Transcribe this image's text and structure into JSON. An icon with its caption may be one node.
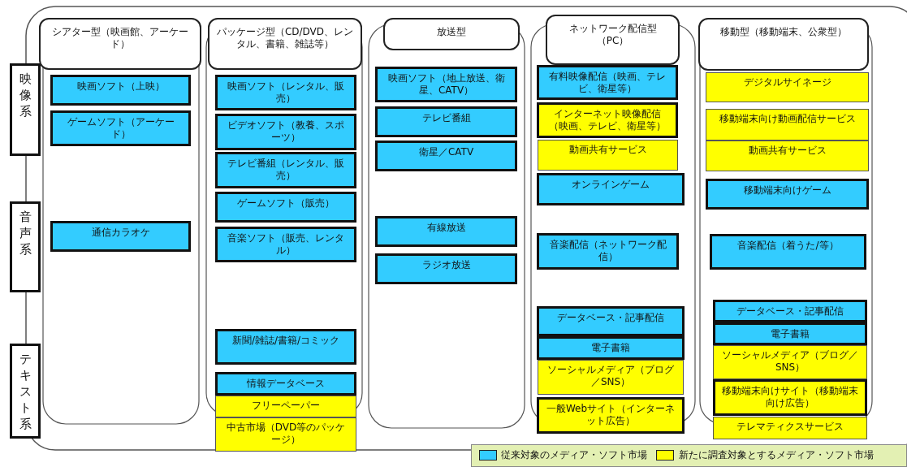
{
  "diagram": {
    "nodes": [
      {
        "text": [
          "映像系"
        ]
      },
      {
        "text": [
          "音声系"
        ]
      },
      {
        "text": [
          "テキスト系"
        ]
      },
      {
        "text": [
          "シアター型（映画館、アーケード）"
        ]
      },
      {
        "text": [
          "映画ソフト（上映）"
        ]
      },
      {
        "text": [
          "ゲームソフト（アーケード）"
        ]
      },
      {
        "text": [
          "通信カラオケ"
        ]
      },
      {
        "text": [
          "パッケージ型（CD/DVD、レンタル、書籍、雑誌等）"
        ]
      },
      {
        "text": [
          "映画ソフト（レンタル、販売）"
        ]
      },
      {
        "text": [
          "ビデオソフト（教養、スポーツ）"
        ]
      },
      {
        "text": [
          "テレビ番組（レンタル、販売）"
        ]
      },
      {
        "text": [
          "ゲームソフト（販売）"
        ]
      },
      {
        "text": [
          "音楽ソフト（販売、レンタル）"
        ]
      },
      {
        "text": [
          "新聞/雑誌/書籍/コミック"
        ]
      },
      {
        "text": [
          "情報データベース"
        ]
      },
      {
        "text": [
          "フリーペーパー"
        ]
      },
      {
        "text": [
          "中古市場（DVD等のパッケージ）"
        ]
      },
      {
        "text": [
          "放送型"
        ]
      },
      {
        "text": [
          "映画ソフト（地上放送、衛星、CATV）"
        ]
      },
      {
        "text": [
          "テレビ番組"
        ]
      },
      {
        "text": [
          "衛星／CATV"
        ]
      },
      {
        "text": [
          "有線放送"
        ]
      },
      {
        "text": [
          "ラジオ放送"
        ]
      },
      {
        "text": [
          "ネットワーク配信型（PC）"
        ]
      },
      {
        "text": [
          "有料映像配信（映画、テレビ、衛星等）"
        ]
      },
      {
        "text": [
          "インターネット映像配信（映画、テレビ、衛星等）"
        ]
      },
      {
        "text": [
          "動画共有サービス"
        ]
      },
      {
        "text": [
          "オンラインゲーム"
        ]
      },
      {
        "text": [
          "音楽配信（ネットワーク配信）"
        ]
      },
      {
        "text": [
          "データベース・記事配信"
        ]
      },
      {
        "text": [
          "電子書籍"
        ]
      },
      {
        "text": [
          "ソーシャルメディア（ブログ／SNS）"
        ]
      },
      {
        "text": [
          "一般Webサイト（インターネット広告）"
        ]
      },
      {
        "text": [
          "移動型（移動端末、公衆型）"
        ]
      },
      {
        "text": [
          "デジタルサイネージ"
        ]
      },
      {
        "text": [
          "移動端末向け動画配信サービス"
        ]
      },
      {
        "text": [
          "動画共有サービス"
        ]
      },
      {
        "text": [
          "移動端末向けゲーム"
        ]
      },
      {
        "text": [
          "音楽配信（着うた/等）"
        ]
      },
      {
        "text": [
          "データベース・記事配信"
        ]
      },
      {
        "text": [
          "電子書籍"
        ]
      },
      {
        "text": [
          "ソーシャルメディア（ブログ／SNS）"
        ]
      },
      {
        "text": [
          "移動端末向けサイト（移動端末向け広告）"
        ]
      },
      {
        "text": [
          "テレマティクスサービス"
        ]
      }
    ],
    "legend": [
      {
        "text": "従来対象のメディア・ソフト市場",
        "color": "#33ccff"
      },
      {
        "text": "新たに調査対象とするメディア・ソフト市場",
        "color": "#ffff00"
      }
    ]
  }
}
